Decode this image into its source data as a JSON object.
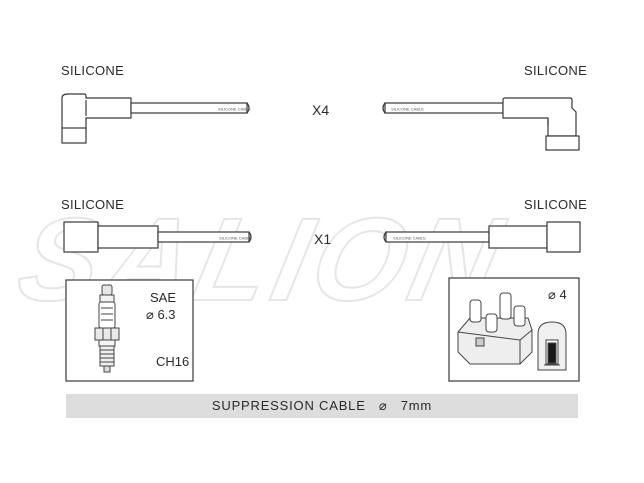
{
  "watermark": "SALION",
  "cable_print": "SILICONE CABLE",
  "row1": {
    "left_label": "SILICONE",
    "right_label": "SILICONE",
    "quantity": "X4"
  },
  "row2": {
    "left_label": "SILICONE",
    "right_label": "SILICONE",
    "quantity": "X1"
  },
  "plug_box": {
    "standard": "SAE",
    "terminal": "⌀ 6.3",
    "thread": "CH16"
  },
  "cap_box": {
    "terminal": "⌀ 4"
  },
  "footer": {
    "text": "SUPPRESSION CABLE   ⌀   7mm"
  },
  "colors": {
    "line": "#3a3a3a",
    "watermark": "#e8e8e8",
    "footer_bg": "#dddddd"
  }
}
